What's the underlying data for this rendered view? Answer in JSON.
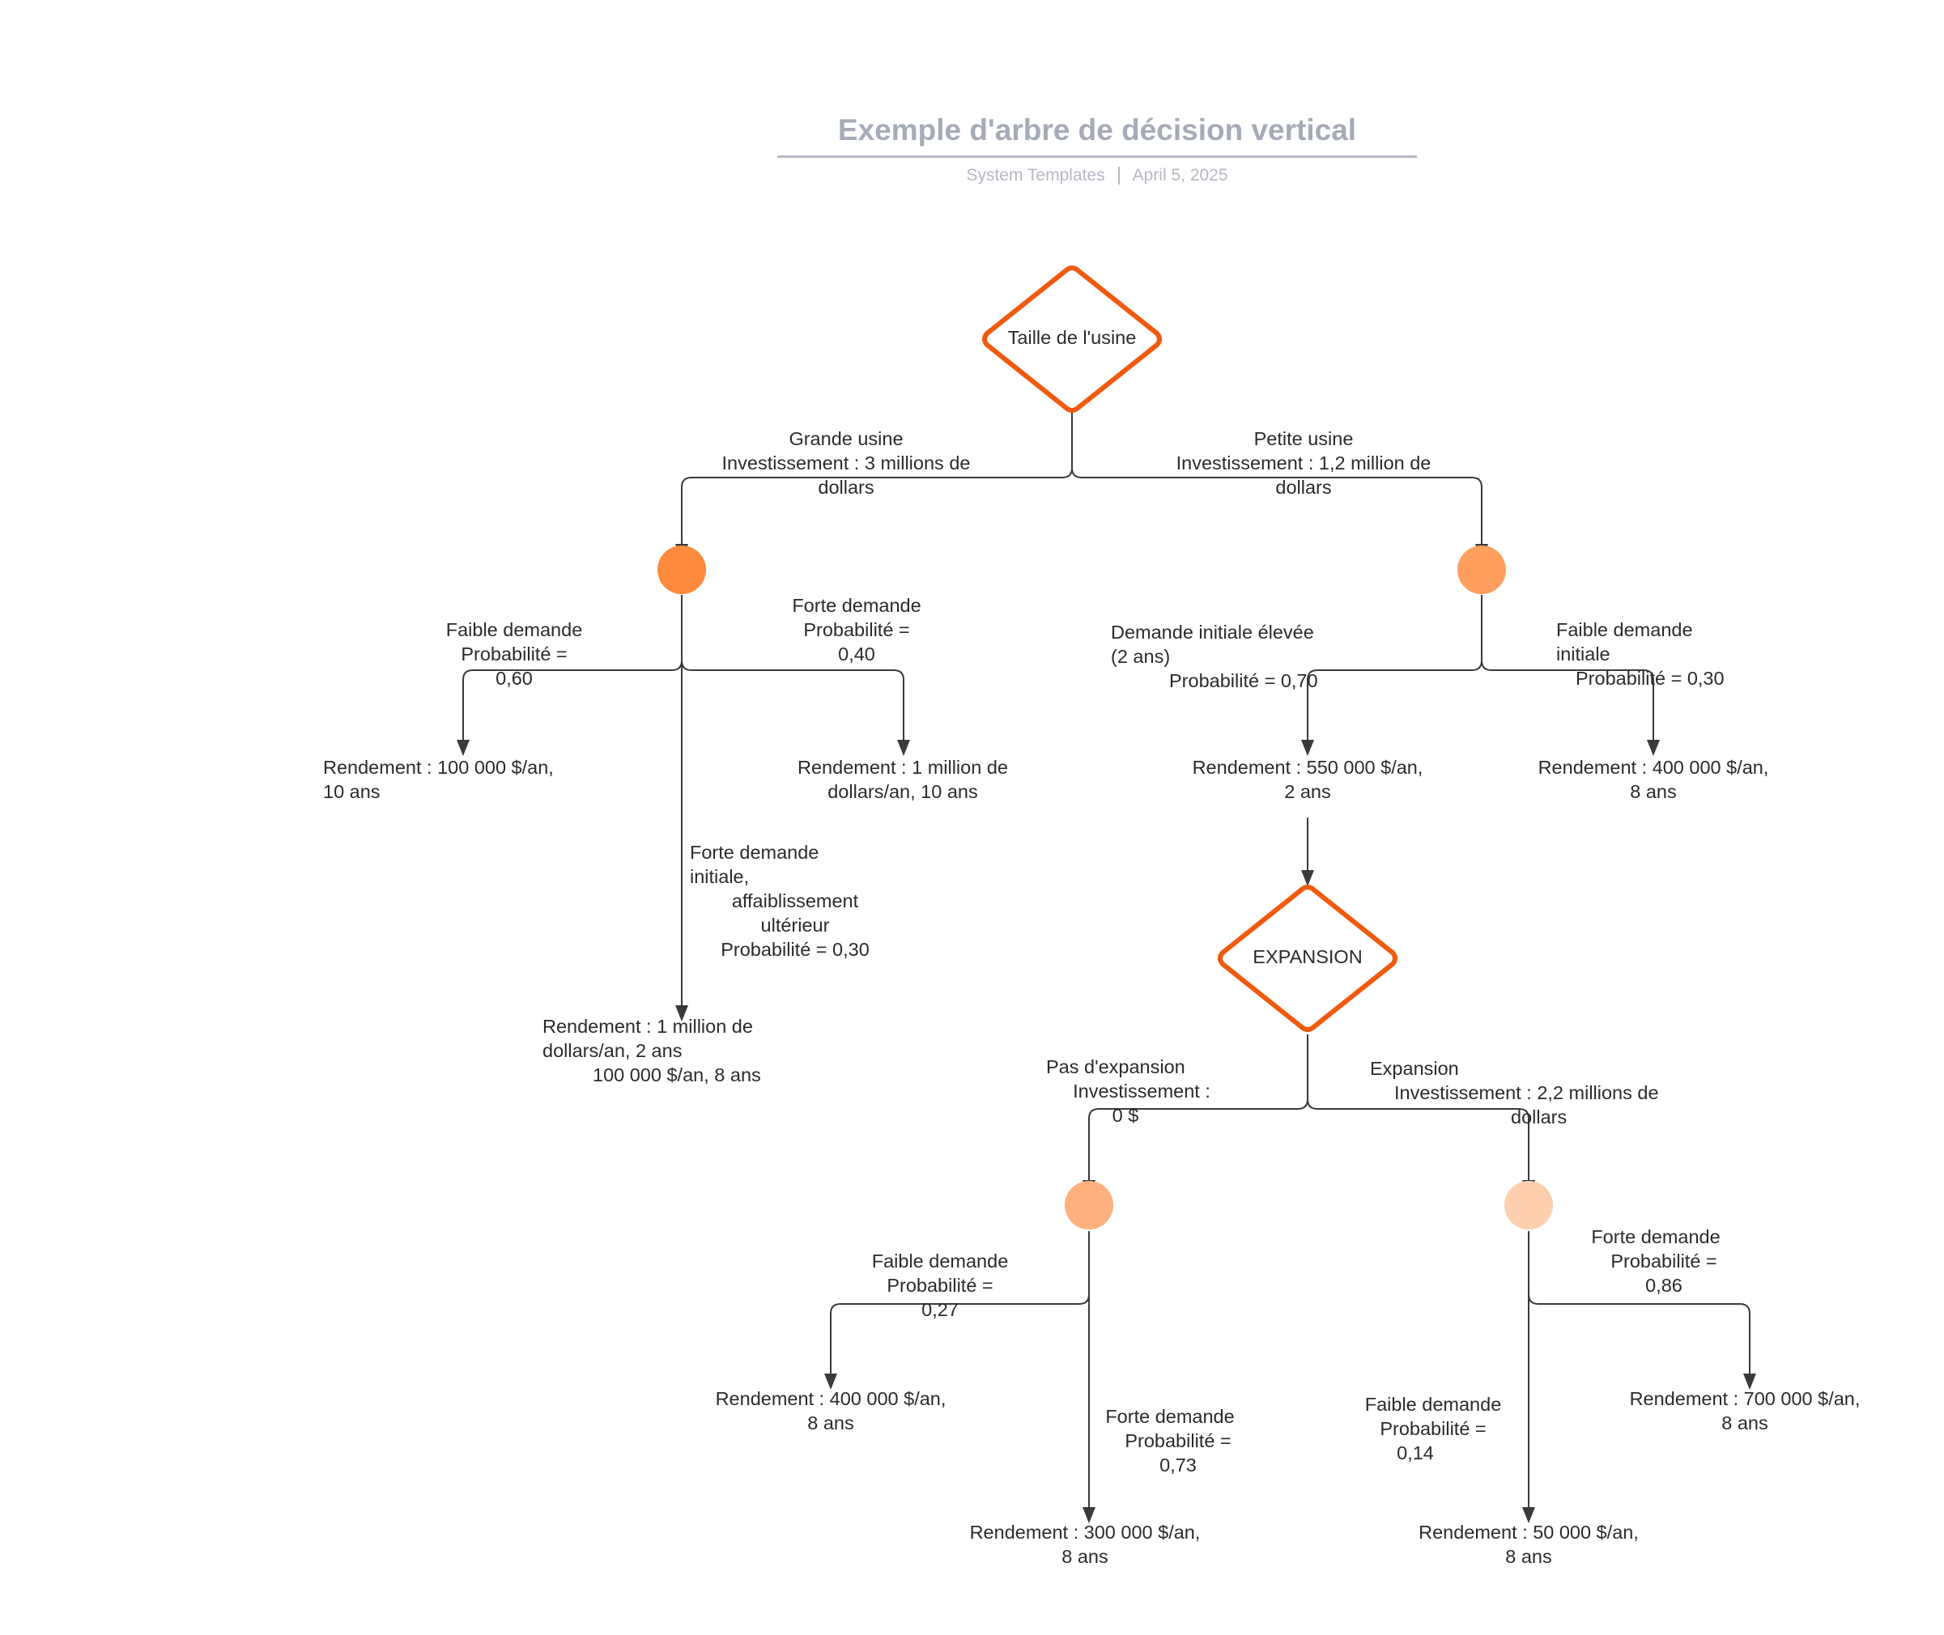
{
  "header": {
    "title": "Exemple d'arbre de décision vertical",
    "author": "System Templates",
    "date": "April 5, 2025"
  },
  "colors": {
    "decision_stroke": "#f05a0e",
    "chance_1": "#fe8a3d",
    "chance_2": "#fe9f5e",
    "chance_3": "#feb07e",
    "chance_4": "#fecfae",
    "edge": "#3a3a3a",
    "title": "#a5abb7"
  },
  "nodes": {
    "decision_plant": "Taille de l'usine",
    "decision_expansion": "EXPANSION"
  },
  "branches": {
    "grande_usine": [
      "Grande usine",
      "Investissement : 3 millions de",
      "dollars"
    ],
    "petite_usine": [
      "Petite usine",
      "Investissement : 1,2 million de",
      "dollars"
    ],
    "grande_faible": [
      "Faible demande",
      "Probabilité =",
      "0,60"
    ],
    "grande_forte": [
      "Forte demande",
      "Probabilité =",
      "0,40"
    ],
    "grande_forte_initiale": [
      "Forte demande",
      "initiale,",
      "affaiblissement",
      "ultérieur",
      "Probabilité = 0,30"
    ],
    "petite_elevee": [
      "Demande initiale élevée",
      "(2 ans)",
      "Probabilité = 0,70"
    ],
    "petite_faible": [
      "Faible demande",
      "initiale",
      "Probabilité = 0,30"
    ],
    "pas_expansion": [
      "Pas d'expansion",
      "Investissement :",
      "0 $"
    ],
    "expansion": [
      "Expansion",
      "Investissement : 2,2 millions de",
      "dollars"
    ],
    "pe_faible": [
      "Faible demande",
      "Probabilité =",
      "0,27"
    ],
    "pe_forte": [
      "Forte demande",
      "Probabilité =",
      "0,73"
    ],
    "ex_forte": [
      "Forte demande",
      "Probabilité =",
      "0,86"
    ],
    "ex_faible": [
      "Faible demande",
      "Probabilité =",
      "0,14"
    ]
  },
  "outcomes": {
    "grande_faible": [
      "Rendement : 100 000 $/an,",
      "10 ans"
    ],
    "grande_forte": [
      "Rendement : 1 million de",
      "dollars/an, 10 ans"
    ],
    "grande_mixte": [
      "Rendement : 1 million de",
      "dollars/an, 2 ans",
      "100 000 $/an, 8 ans"
    ],
    "petite_elevee": [
      "Rendement : 550 000 $/an,",
      "2 ans"
    ],
    "petite_faible": [
      "Rendement : 400 000 $/an,",
      "8 ans"
    ],
    "pe_faible": [
      "Rendement : 400 000 $/an,",
      "8 ans"
    ],
    "pe_forte": [
      "Rendement : 300 000 $/an,",
      "8 ans"
    ],
    "ex_forte": [
      "Rendement : 700 000 $/an,",
      "8 ans"
    ],
    "ex_faible": [
      "Rendement : 50 000 $/an,",
      "8 ans"
    ]
  }
}
